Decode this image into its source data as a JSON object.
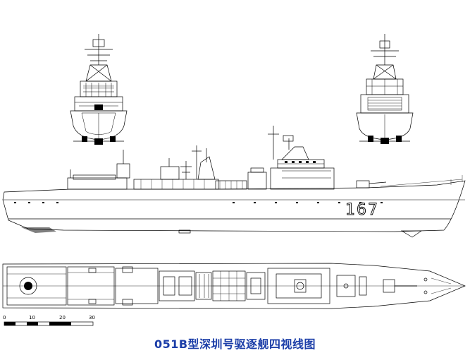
{
  "caption": "051B型深圳号驱逐舰四视线图",
  "hull_number": "167",
  "scale_bar": {
    "labels": [
      "0",
      "10",
      "20",
      "30"
    ]
  },
  "colors": {
    "line": "#000000",
    "paper": "#ffffff",
    "caption": "#1c3ea8"
  }
}
